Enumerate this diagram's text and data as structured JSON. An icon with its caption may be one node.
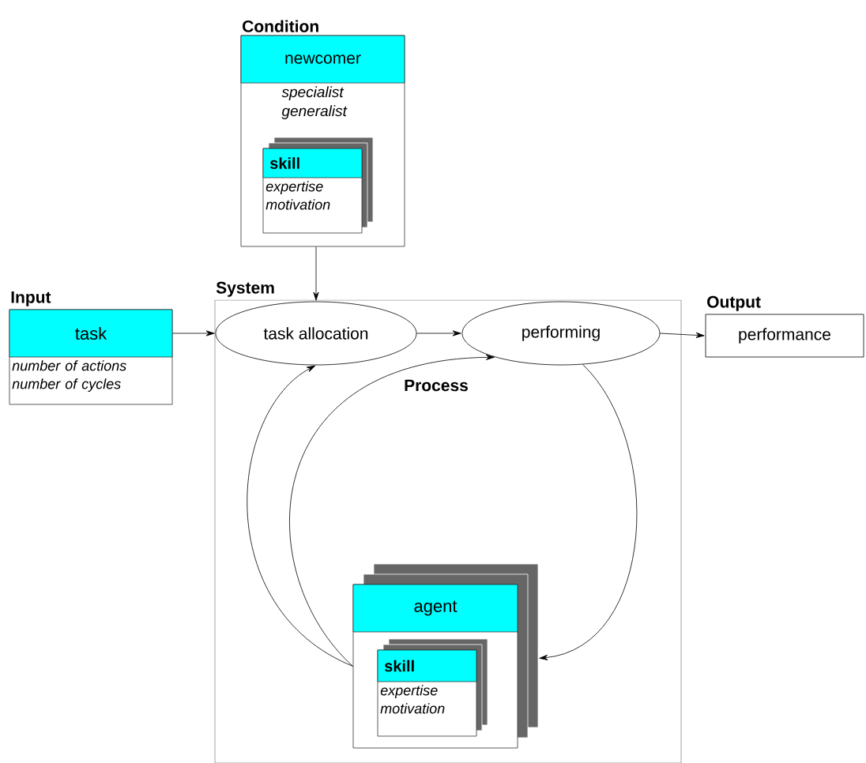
{
  "diagram": {
    "nodes": [
      {
        "text": [
          "Condition",
          "newcomer",
          "specialist generalist"
        ]
      },
      {
        "text": [
          "skill",
          "expertise motivation"
        ],
        "in": 0
      },
      {
        "text": [
          "Input",
          "task",
          "number of actions number of cycles"
        ]
      },
      {
        "text": [
          "System",
          "Process"
        ]
      },
      {
        "text": [
          "task allocation"
        ],
        "in": 3
      },
      {
        "text": [
          "performing"
        ],
        "in": 3
      },
      {
        "text": [
          "agent"
        ],
        "in": 3
      },
      {
        "text": [
          "skill",
          "expertise motivation"
        ],
        "in": 6
      },
      {
        "text": [
          "Output",
          "performance"
        ]
      }
    ],
    "edges": [
      {
        "from": 0,
        "to": 4,
        "arrow": "to"
      },
      {
        "from": 2,
        "to": 4,
        "arrow": "to"
      },
      {
        "from": 4,
        "to": 5,
        "arrow": "to"
      },
      {
        "from": 5,
        "to": 8,
        "arrow": "to"
      },
      {
        "from": 6,
        "to": 4,
        "arrow": "to"
      },
      {
        "from": 6,
        "to": 5,
        "arrow": "to"
      },
      {
        "from": 5,
        "to": 6,
        "arrow": "to"
      }
    ]
  }
}
